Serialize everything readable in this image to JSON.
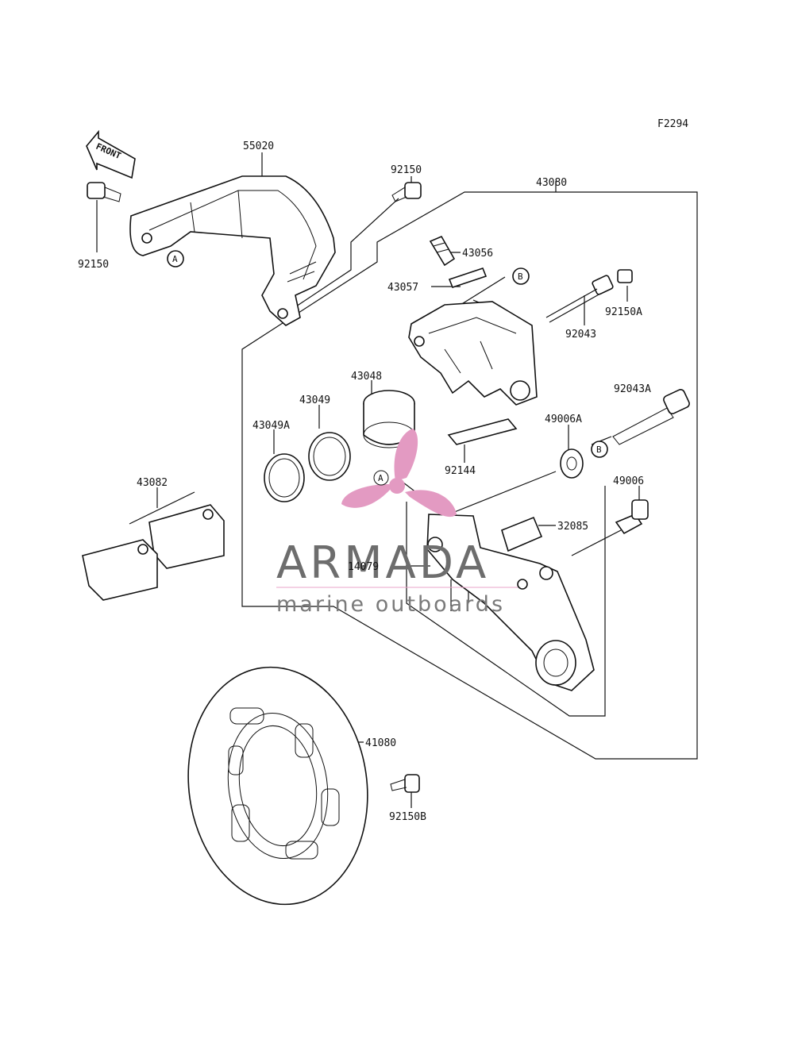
{
  "figure_code": "F2294",
  "front_label": "FRONT",
  "callouts": {
    "A1": "A",
    "A2": "A",
    "B1": "B",
    "B2": "B"
  },
  "parts": {
    "p55020": "55020",
    "p92150_top": "92150",
    "p92150_left": "92150",
    "p43080": "43080",
    "p43056": "43056",
    "p43057": "43057",
    "p92043": "92043",
    "p92150A": "92150A",
    "p43048": "43048",
    "p43049": "43049",
    "p43049A": "43049A",
    "p92043A": "92043A",
    "p49006A": "49006A",
    "p92144": "92144",
    "p43082": "43082",
    "p49006": "49006",
    "p32085": "32085",
    "p14079": "14079",
    "p41080": "41080",
    "p92150B": "92150B"
  },
  "watermark": {
    "brand": "ARMADA",
    "tagline": "marine outboards",
    "colors": {
      "text": "#6d6d6d",
      "logo": "#e39ac2",
      "logo_line": "#e8a3c8"
    }
  }
}
